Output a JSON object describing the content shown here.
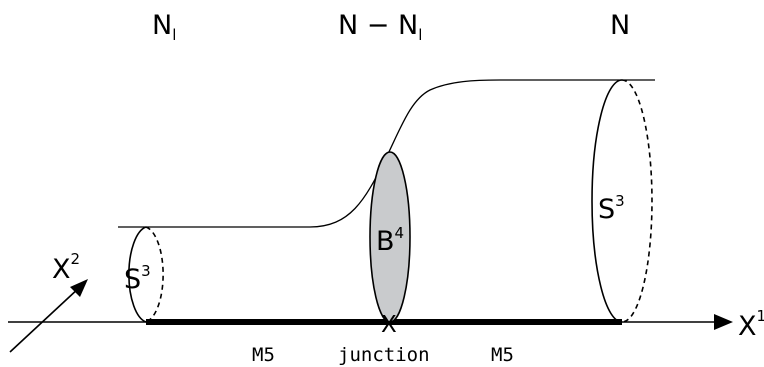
{
  "colors": {
    "line": "#000000",
    "ball_fill": "#c9cbcd",
    "background": "#ffffff"
  },
  "top_labels": {
    "left": {
      "base": "N",
      "sub": "l"
    },
    "middle": {
      "prefix": "N − ",
      "base": "N",
      "sub": "l"
    },
    "right": "N"
  },
  "axes": {
    "x2": {
      "base": "X",
      "sup": "2"
    },
    "x1": {
      "base": "X",
      "sup": "1"
    }
  },
  "spheres": {
    "left": {
      "base": "S",
      "sup": "3"
    },
    "right": {
      "base": "S",
      "sup": "3"
    }
  },
  "ball": {
    "base": "B",
    "sup": "4"
  },
  "junction_mark": "X",
  "bottom_labels": {
    "m5_left": "M5",
    "junction": "junction",
    "m5_right": "M5"
  }
}
